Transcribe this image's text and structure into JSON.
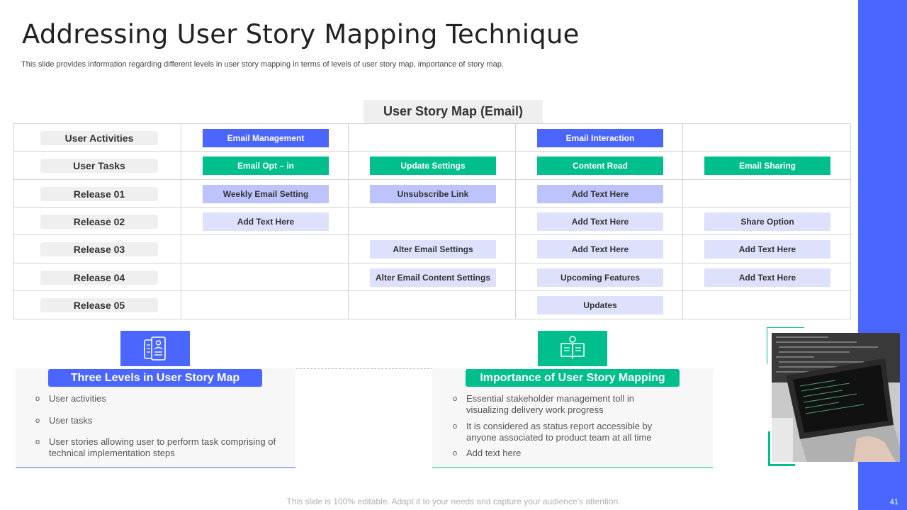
{
  "slide": {
    "title": "Addressing User Story Mapping Technique",
    "subtitle": "This slide provides information regarding different levels in user story mapping in terms of levels of user story map, importance of story map.",
    "page_number": "41",
    "footer": "This slide is 100% editable. Adapt it to your needs and capture your audience's attention."
  },
  "story_map": {
    "title": "User Story Map (Email)",
    "rows": [
      {
        "label": "User Activities",
        "cells": [
          {
            "text": "Email Management",
            "style": "blue"
          },
          null,
          {
            "text": "Email Interaction",
            "style": "blue"
          },
          null
        ]
      },
      {
        "label": "User Tasks",
        "cells": [
          {
            "text": "Email Opt – in",
            "style": "green"
          },
          {
            "text": "Update Settings",
            "style": "green"
          },
          {
            "text": "Content Read",
            "style": "green"
          },
          {
            "text": "Email Sharing",
            "style": "green"
          }
        ]
      },
      {
        "label": "Release 01",
        "cells": [
          {
            "text": "Weekly Email Setting",
            "style": "light"
          },
          {
            "text": "Unsubscribe Link",
            "style": "light"
          },
          {
            "text": "Add Text Here",
            "style": "light"
          },
          null
        ]
      },
      {
        "label": "Release 02",
        "cells": [
          {
            "text": "Add Text Here",
            "style": "pale"
          },
          null,
          {
            "text": "Add Text Here",
            "style": "pale"
          },
          {
            "text": "Share Option",
            "style": "pale"
          }
        ]
      },
      {
        "label": "Release 03",
        "cells": [
          null,
          {
            "text": "Alter Email Settings",
            "style": "pale"
          },
          {
            "text": "Add Text Here",
            "style": "pale"
          },
          {
            "text": "Add Text Here",
            "style": "pale"
          }
        ]
      },
      {
        "label": "Release 04",
        "cells": [
          null,
          {
            "text": "Alter Email Content  Settings",
            "style": "pale"
          },
          {
            "text": "Upcoming Features",
            "style": "pale"
          },
          {
            "text": "Add Text Here",
            "style": "pale"
          }
        ]
      },
      {
        "label": "Release 05",
        "cells": [
          null,
          null,
          {
            "text": "Updates",
            "style": "pale"
          },
          null
        ]
      }
    ]
  },
  "levels_panel": {
    "heading": "Three Levels in User Story Map",
    "icon": "document-id-icon",
    "bullet_glyph": "o",
    "items": [
      "User activities",
      "User tasks",
      "User stories allowing user to perform  task comprising of technical implementation steps"
    ]
  },
  "importance_panel": {
    "heading": "Importance of User Story Mapping",
    "icon": "open-book-icon",
    "bullet_glyph": "o",
    "items": [
      "Essential stakeholder management  toll in visualizing delivery  work progress",
      "It is considered  as status report  accessible by anyone associated to product team at all time",
      "Add text here"
    ]
  },
  "colors": {
    "accent_blue": "#4a66ff",
    "accent_green": "#00bf8c",
    "chip_light": "#bcc4fb",
    "chip_pale": "#dde1fc"
  },
  "photo": {
    "icon": "laptop-code-photo"
  }
}
